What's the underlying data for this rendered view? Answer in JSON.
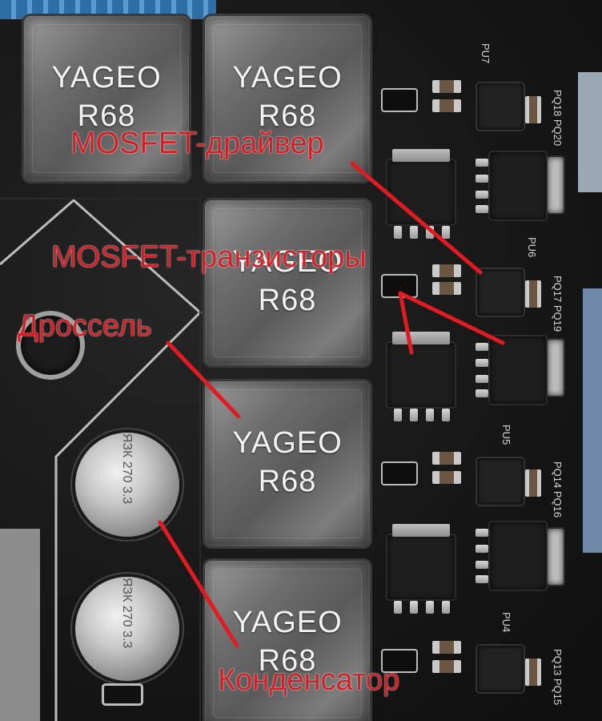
{
  "photo": {
    "inductors": [
      {
        "brand": "YAGEO",
        "model": "R68"
      },
      {
        "brand": "YAGEO",
        "model": "R68"
      },
      {
        "brand": "YAGEO",
        "model": "R68"
      },
      {
        "brand": "YAGEO",
        "model": "R68"
      },
      {
        "brand": "YAGEO",
        "model": "R68"
      }
    ],
    "capacitors": [
      {
        "marking": "ЯЗК 270 3.3"
      },
      {
        "marking": "ЯЗК 270 3.3"
      }
    ],
    "silkscreen": {
      "pu7": "PU7",
      "pu6": "PU6",
      "pu5": "PU5",
      "pu4": "PU4",
      "pq18_20": "PQ18 PQ20",
      "pq17_19": "PQ17 PQ19",
      "pq14_16": "PQ14 PQ16",
      "pq13_15": "PQ13 PQ15"
    }
  },
  "annotations": {
    "mosfet_driver": "MOSFET-драйвер",
    "mosfet_transistors": "MOSFET-транзисторы",
    "choke": "Дроссель",
    "capacitor": "Конденсатор"
  },
  "colors": {
    "annotation": "#d51e24",
    "inductor_text": "#f2f2f2"
  }
}
